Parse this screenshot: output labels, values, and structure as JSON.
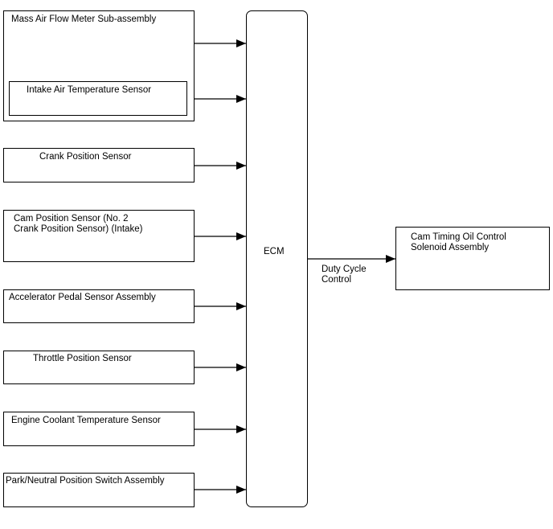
{
  "inputs": {
    "maf": "Mass Air Flow Meter Sub-assembly",
    "iat": "Intake Air Temperature Sensor",
    "crank": "Crank Position Sensor",
    "cam": "Cam Position Sensor (No. 2\nCrank Position Sensor) (Intake)",
    "accel": "Accelerator Pedal Sensor Assembly",
    "throttle": "Throttle Position Sensor",
    "coolant": "Engine Coolant Temperature Sensor",
    "park": "Park/Neutral Position Switch Assembly"
  },
  "ecm": {
    "label": "ECM"
  },
  "output": {
    "label": "Cam Timing Oil Control\nSolenoid Assembly",
    "signal": "Duty Cycle\nControl"
  }
}
